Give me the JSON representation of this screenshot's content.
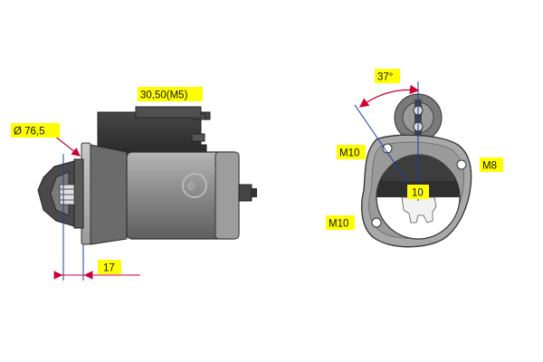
{
  "colors": {
    "label_bg": "#ffff00",
    "dimension_line": "#cc0033",
    "measure_line": "#1a3fa0",
    "body_gray": "#8a8a8a",
    "dark_gray": "#3a3a3a"
  },
  "side_view": {
    "terminal_label": "30,50(M5)",
    "diameter_label": "Ø 76,5",
    "offset_label": "17",
    "watermark_symbol": "©"
  },
  "front_view": {
    "angle_label": "37°",
    "hole_top_label": "M10",
    "hole_right_label": "M8",
    "hole_bottom_label": "M10",
    "teeth_label": "10"
  }
}
